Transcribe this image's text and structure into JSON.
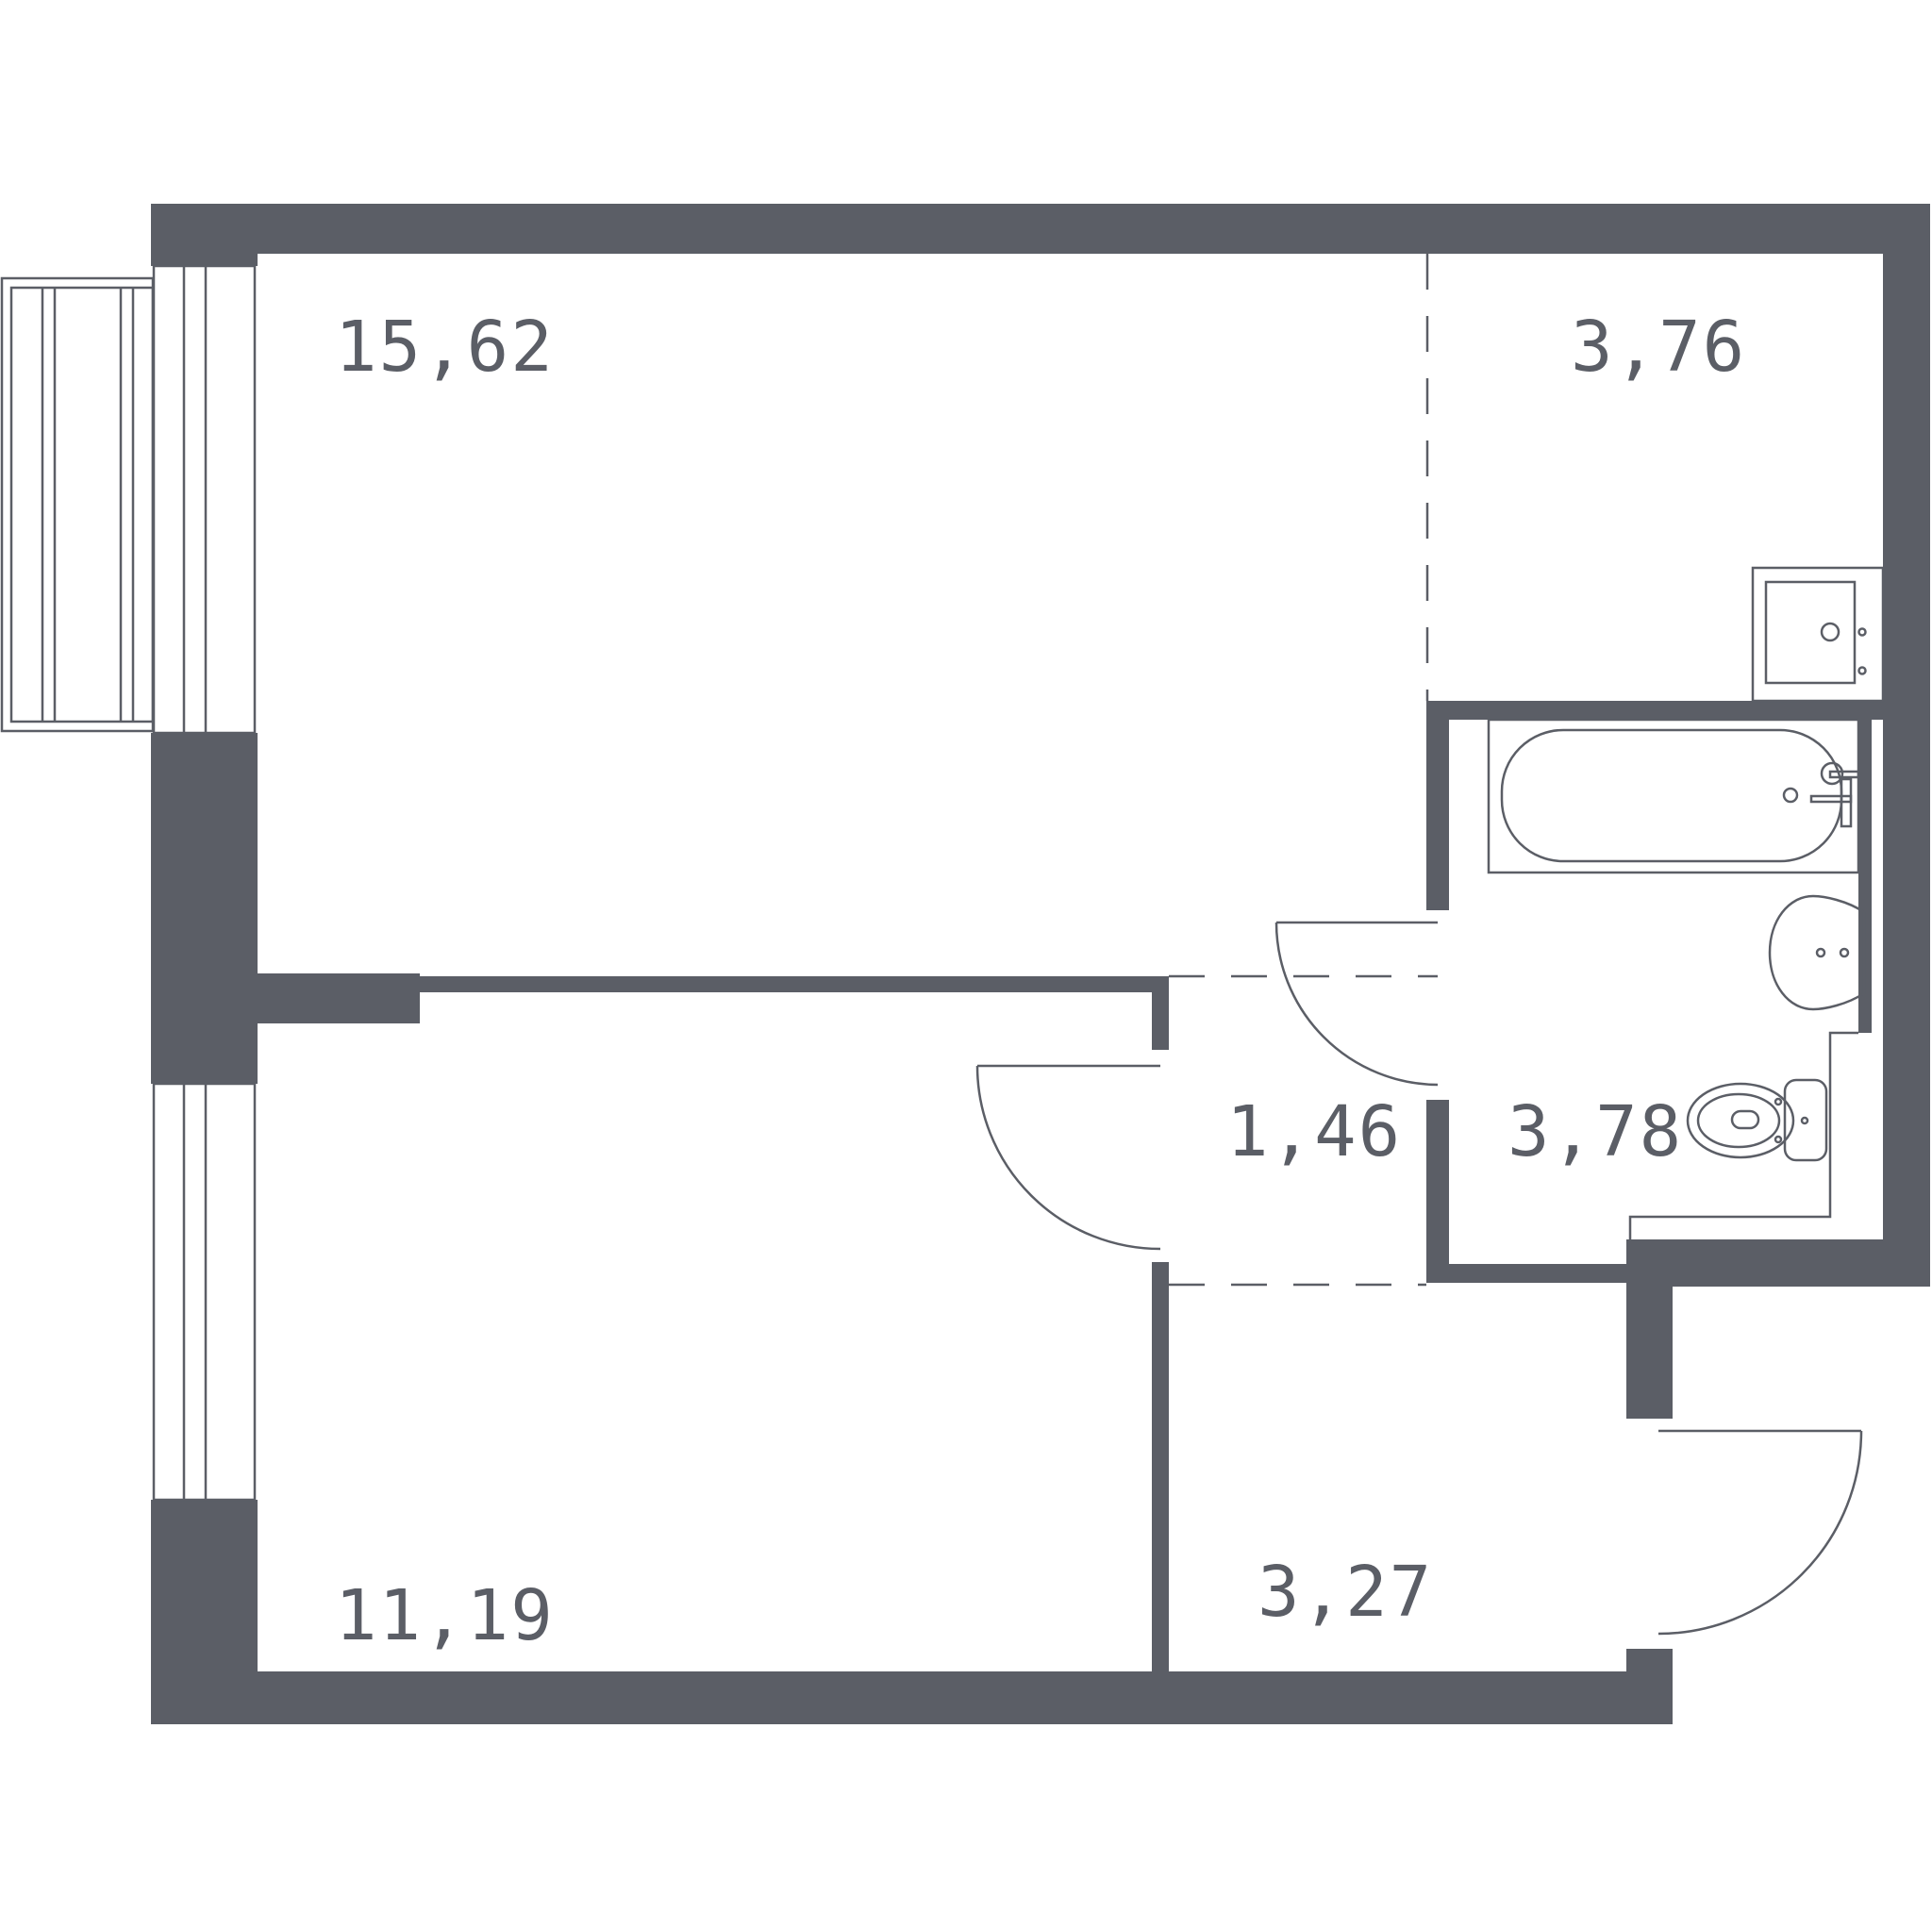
{
  "colors": {
    "wall": "#5b5e66",
    "line": "#5b5e66",
    "background": "#ffffff"
  },
  "rooms": [
    {
      "id": "living-room",
      "area": "15,62"
    },
    {
      "id": "kitchen",
      "area": "3,76"
    },
    {
      "id": "bedroom",
      "area": "11,19"
    },
    {
      "id": "corridor",
      "area": "1,46"
    },
    {
      "id": "bathroom",
      "area": "3,78"
    },
    {
      "id": "hallway",
      "area": "3,27"
    }
  ]
}
